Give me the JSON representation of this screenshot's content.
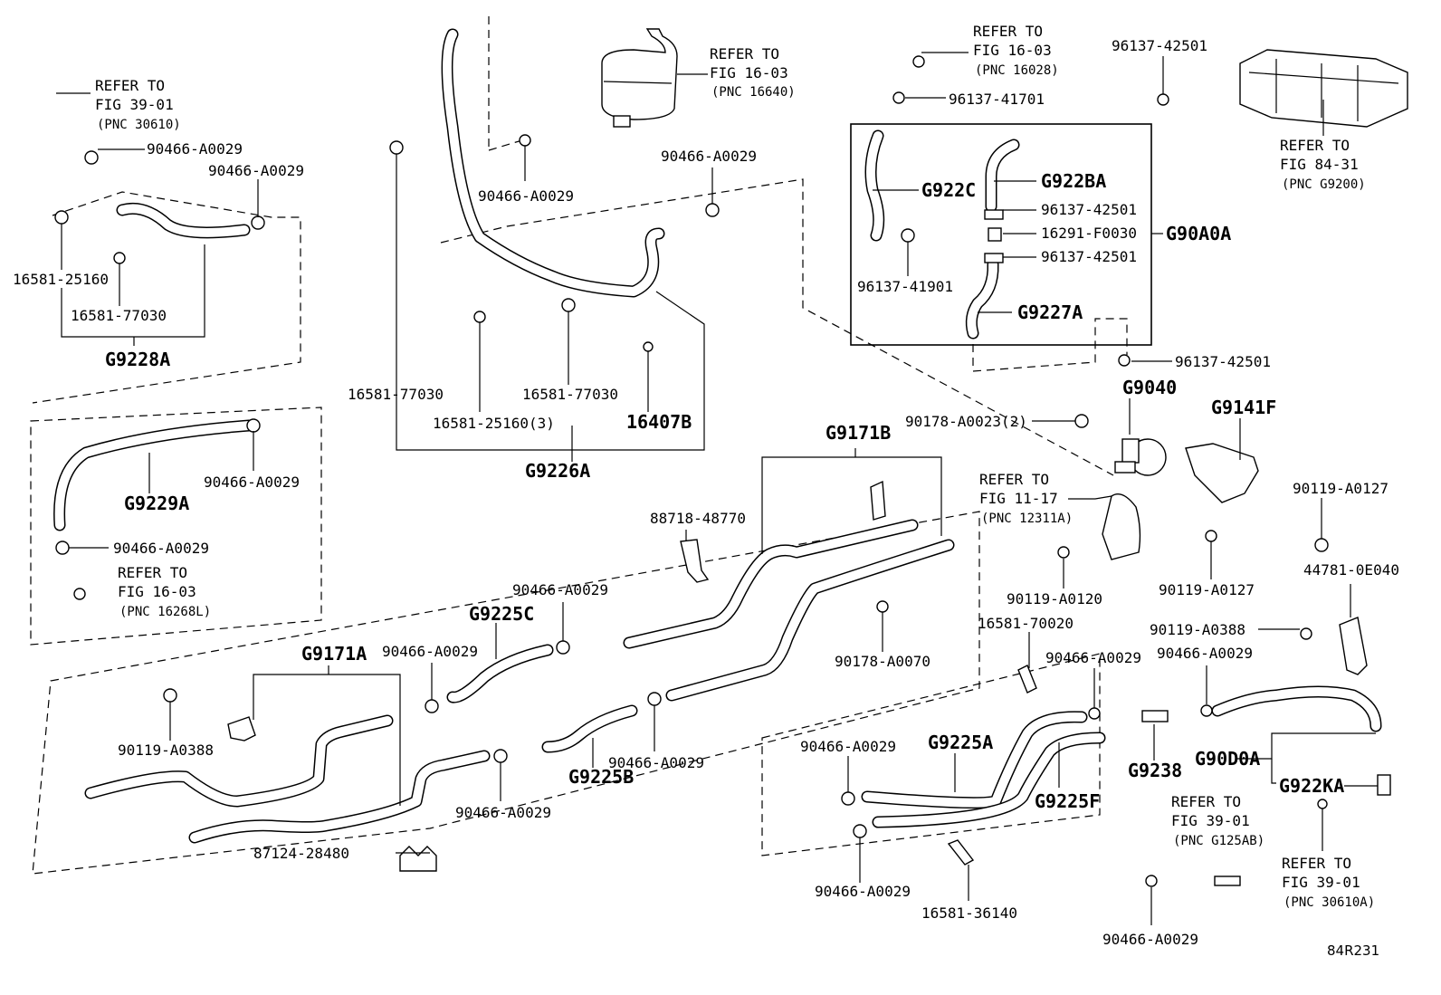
{
  "labels": {
    "refer_39_01_a": [
      "REFER TO",
      "FIG 39-01",
      "(PNC 30610)"
    ],
    "clamp_a": "90466-A0029",
    "clamp_b": "90466-A0029",
    "p_16581_25160": "16581-25160",
    "p_16581_77030_a": "16581-77030",
    "g9228a": "G9228A",
    "refer_16_03_a": [
      "REFER TO",
      "FIG 16-03",
      "(PNC 16640)"
    ],
    "clamp_c": "90466-A0029",
    "clamp_d": "90466-A0029",
    "p_16581_77030_b": "16581-77030",
    "p_16581_25160_3": "16581-25160(3)",
    "p_16581_77030_c": "16581-77030",
    "p_16407b": "16407B",
    "g9226a": "G9226A",
    "refer_16_03_b": [
      "REFER TO",
      "FIG 16-03",
      "(PNC 16028)"
    ],
    "p_96137_41701": "96137-41701",
    "p_96137_42501_top": "96137-42501",
    "refer_84_31": [
      "REFER TO",
      "FIG 84-31",
      "(PNC G9200)"
    ],
    "g922c": "G922C",
    "g922ba": "G922BA",
    "p_96137_42501_a": "96137-42501",
    "p_16291_f0030": "16291-F0030",
    "g90a0a": "G90A0A",
    "p_96137_42501_b": "96137-42501",
    "p_96137_41901": "96137-41901",
    "g9227a": "G9227A",
    "p_96137_42501_c": "96137-42501",
    "g9040": "G9040",
    "p_90178_a0023": "90178-A0023(2)",
    "g9141f": "G9141F",
    "refer_11_17": [
      "REFER TO",
      "FIG 11-17",
      "(PNC 12311A)"
    ],
    "p_90119_a0127_a": "90119-A0127",
    "p_90119_a0120": "90119-A0120",
    "p_90119_a0127_b": "90119-A0127",
    "p_44781_0e040": "44781-0E040",
    "clamp_e": "90466-A0029",
    "g9229a": "G9229A",
    "clamp_f": "90466-A0029",
    "refer_16_03_c": [
      "REFER TO",
      "FIG 16-03",
      "(PNC 16268L)"
    ],
    "g9171b": "G9171B",
    "p_88718_48770": "88718-48770",
    "clamp_g": "90466-A0029",
    "g9225c": "G9225C",
    "clamp_h": "90466-A0029",
    "p_90178_a0070": "90178-A0070",
    "g9171a": "G9171A",
    "p_90119_a0388_a": "90119-A0388",
    "clamp_i": "90466-A0029",
    "g9225b": "G9225B",
    "clamp_j": "90466-A0029",
    "p_87124_28480": "87124-28480",
    "p_16581_70020": "16581-70020",
    "p_90119_a0388_b": "90119-A0388",
    "clamp_k": "90466-A0029",
    "clamp_l": "90466-A0029",
    "clamp_m": "90466-A0029",
    "g9225a": "G9225A",
    "g9238": "G9238",
    "g90d0a": "G90D0A",
    "g922ka": "G922KA",
    "g9225f": "G9225F",
    "clamp_n": "90466-A0029",
    "p_16581_36140": "16581-36140",
    "refer_39_01_b": [
      "REFER TO",
      "FIG 39-01",
      "(PNC G125AB)"
    ],
    "refer_39_01_c": [
      "REFER TO",
      "FIG 39-01",
      "(PNC 30610A)"
    ],
    "clamp_o": "90466-A0029",
    "code": "84R231"
  }
}
